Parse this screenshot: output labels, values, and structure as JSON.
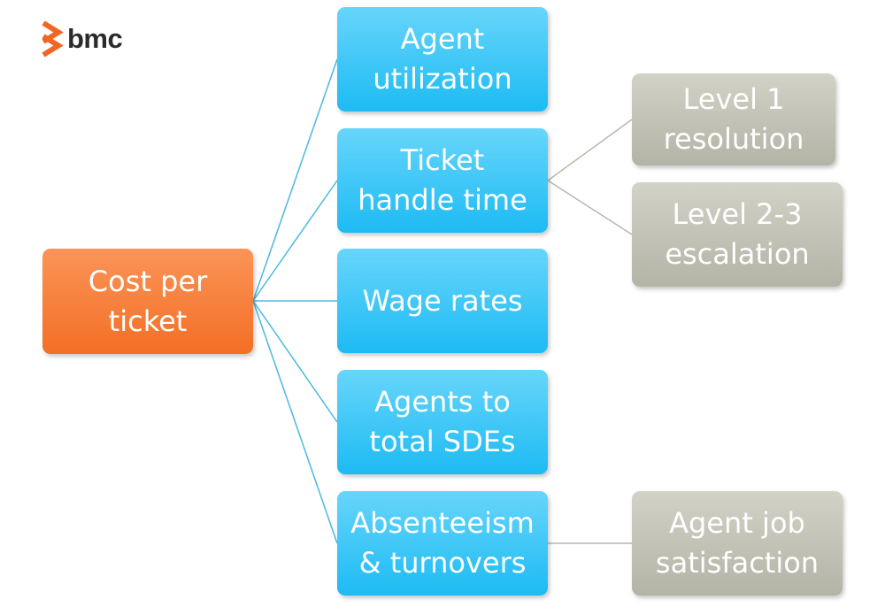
{
  "brand": {
    "logo_text": "bmc",
    "logo_color": "#f26522"
  },
  "colors": {
    "root_fill": "#f37a30",
    "primary_fill": "#3cc7f7",
    "secondary_fill": "#c3c3b8",
    "connector_blue": "#4ab8e0",
    "connector_gray": "#b7b7aa"
  },
  "root": {
    "label": "Cost per\nticket"
  },
  "drivers": [
    {
      "label": "Agent\nutilization"
    },
    {
      "label": "Ticket\nhandle time"
    },
    {
      "label": "Wage rates"
    },
    {
      "label": "Agents to\ntotal SDEs"
    },
    {
      "label": "Absenteeism\n& turnovers"
    }
  ],
  "sub_drivers": [
    {
      "label": "Level 1\nresolution"
    },
    {
      "label": "Level 2-3\nescalation"
    },
    {
      "label": "Agent job\nsatisfaction"
    }
  ]
}
